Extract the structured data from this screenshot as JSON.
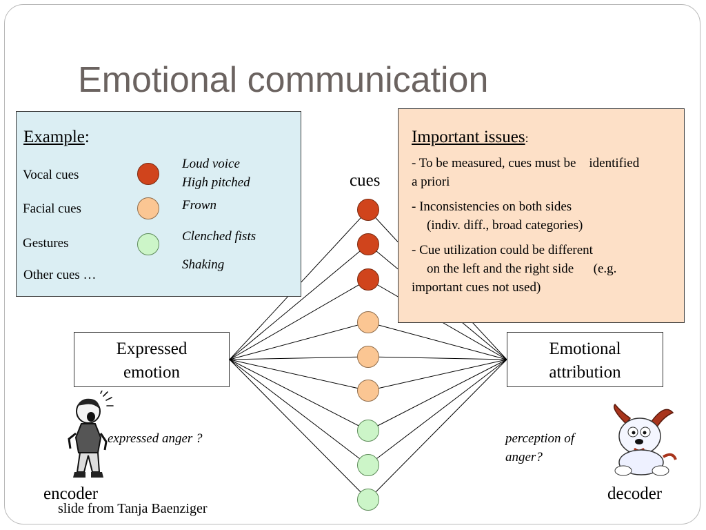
{
  "title": "Emotional communication",
  "example": {
    "heading": "Example",
    "colon": ":",
    "rows": [
      {
        "label": "Vocal cues",
        "dot": "red",
        "desc1": "Loud voice",
        "desc2": "High pitched"
      },
      {
        "label": "Facial cues",
        "dot": "orange",
        "desc1": "Frown"
      },
      {
        "label": "Gestures",
        "dot": "green",
        "desc1": "Clenched fists",
        "desc2": "Shaking"
      },
      {
        "label": "Other cues …"
      }
    ]
  },
  "issues": {
    "heading": "Important issues",
    "colon": ":",
    "lines": [
      "- To be measured, cues must be    identified",
      "a priori",
      "- Inconsistencies on both sides",
      "(indiv. diff., broad categories)",
      "- Cue utilization could be different",
      "on the left and the right side      (e.g.",
      "important cues not used)"
    ]
  },
  "cues_label": "cues",
  "expressed_box": {
    "line1": "Expressed",
    "line2": "emotion"
  },
  "attribution_box": {
    "line1": "Emotional",
    "line2": "attribution"
  },
  "expressed_note": "expressed anger ?",
  "perception_note": {
    "line1": "perception of",
    "line2": "anger?"
  },
  "encoder_label": "encoder",
  "decoder_label": "decoder",
  "credit": "slide from Tanja Baenziger",
  "cue_nodes": [
    "red",
    "red",
    "red",
    "orange",
    "orange",
    "orange",
    "green",
    "green",
    "green"
  ],
  "colors": {
    "red": "#d0441c",
    "orange": "#fbc693",
    "green": "#ccf5c8",
    "example_bg": "#dbeef3",
    "issues_bg": "#fde0c7",
    "title": "#6b6360"
  },
  "illustrations": {
    "encoder": "screaming-boy-illustration",
    "decoder": "frightened-dog-illustration"
  }
}
